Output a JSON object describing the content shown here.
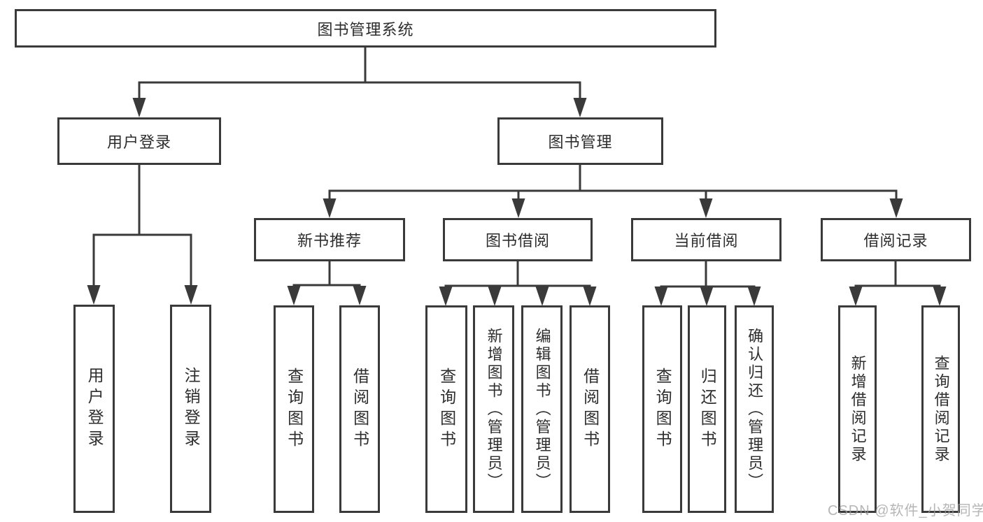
{
  "colors": {
    "line": "#3a3a3a",
    "box_border": "#3a3a3a",
    "text": "#2d2d2d",
    "watermark": "#9e9e9e",
    "background": "#ffffff"
  },
  "diagram": {
    "title": "图书管理系统",
    "branches": [
      {
        "label": "用户登录",
        "children": [
          "用户登录",
          "注销登录"
        ]
      },
      {
        "label": "图书管理",
        "sections": [
          {
            "label": "新书推荐",
            "children": [
              "查询图书",
              "借阅图书"
            ]
          },
          {
            "label": "图书借阅",
            "children": [
              "查询图书",
              "新增图书（管理员）",
              "编辑图书（管理员）",
              "借阅图书"
            ]
          },
          {
            "label": "当前借阅",
            "children": [
              "查询图书",
              "归还图书",
              "确认归还（管理员）"
            ]
          },
          {
            "label": "借阅记录",
            "children": [
              "新增借阅记录",
              "查询借阅记录"
            ]
          }
        ]
      }
    ]
  },
  "watermark": "CSDN @软件_小贺同学"
}
